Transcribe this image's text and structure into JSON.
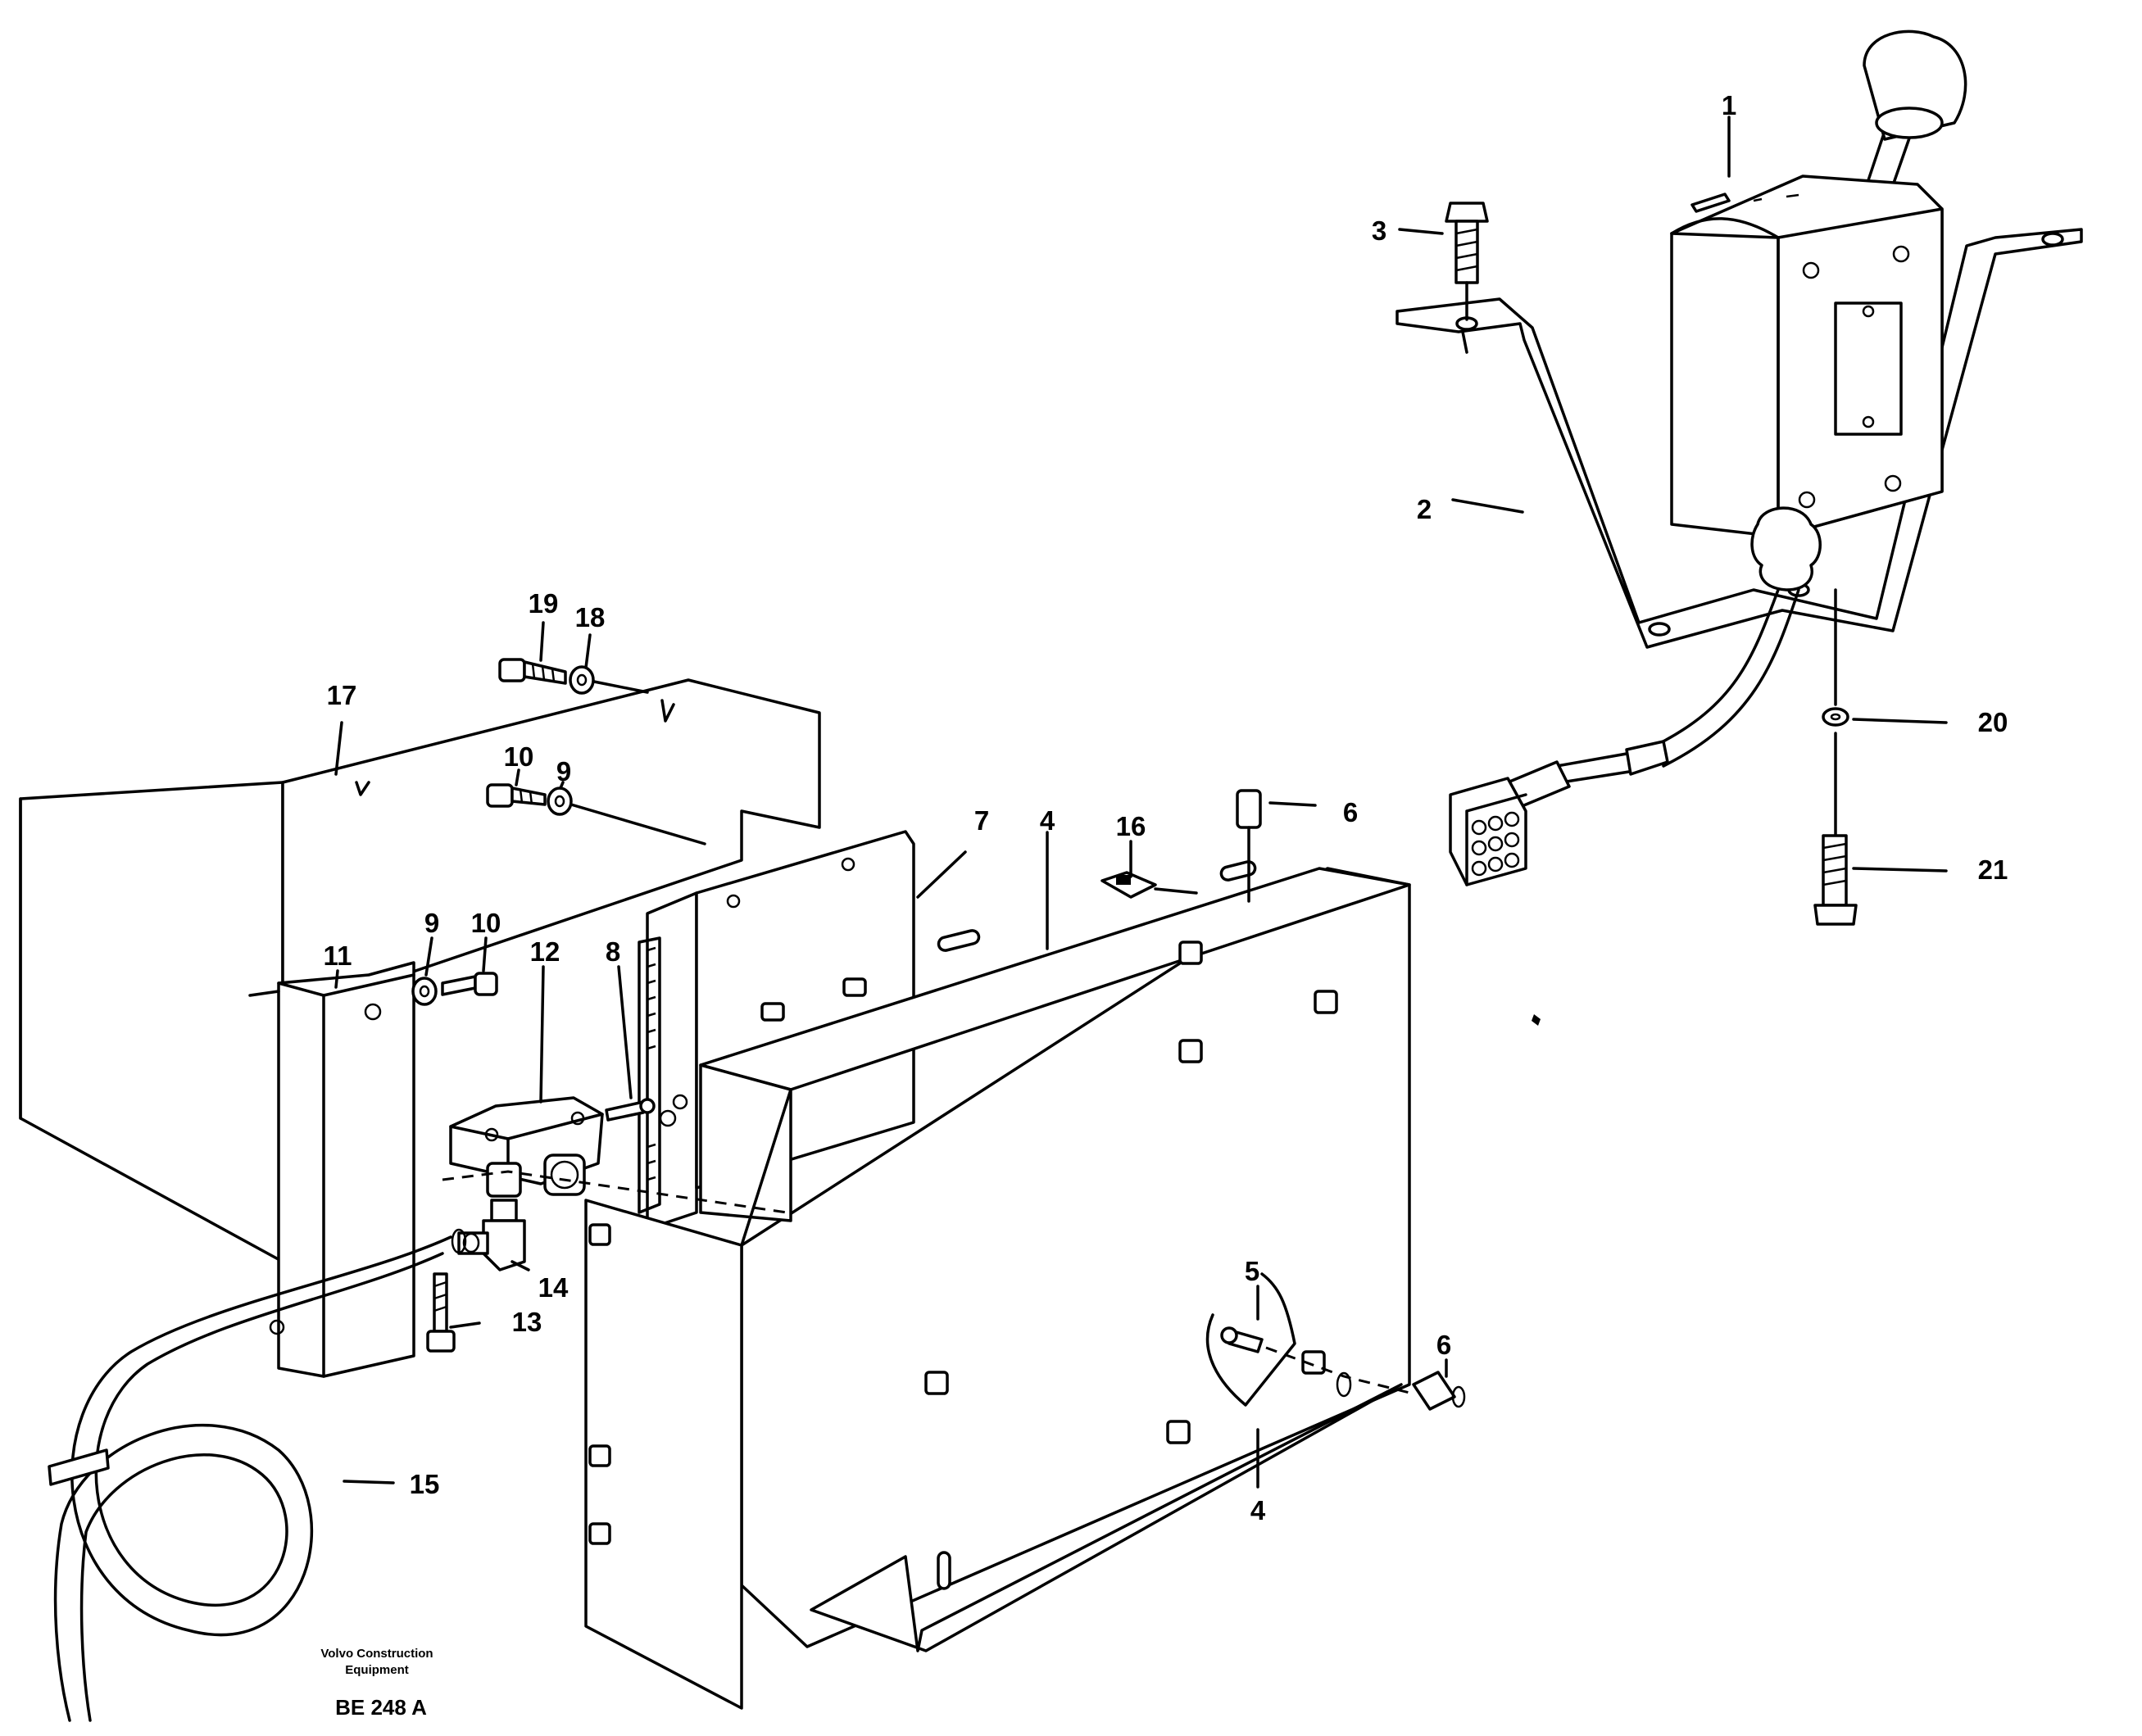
{
  "callouts": {
    "c1": "1",
    "c2": "2",
    "c3": "3",
    "c4a": "4",
    "c4b": "4",
    "c5": "5",
    "c6a": "6",
    "c6b": "6",
    "c7": "7",
    "c8": "8",
    "c9a": "9",
    "c9b": "9",
    "c10a": "10",
    "c10b": "10",
    "c11": "11",
    "c12": "12",
    "c13": "13",
    "c14": "14",
    "c15": "15",
    "c16": "16",
    "c17": "17",
    "c18": "18",
    "c19": "19",
    "c20": "20",
    "c21": "21"
  },
  "credit": {
    "line1": "Volvo Construction",
    "line2": "Equipment",
    "code": "BE 248 A"
  }
}
